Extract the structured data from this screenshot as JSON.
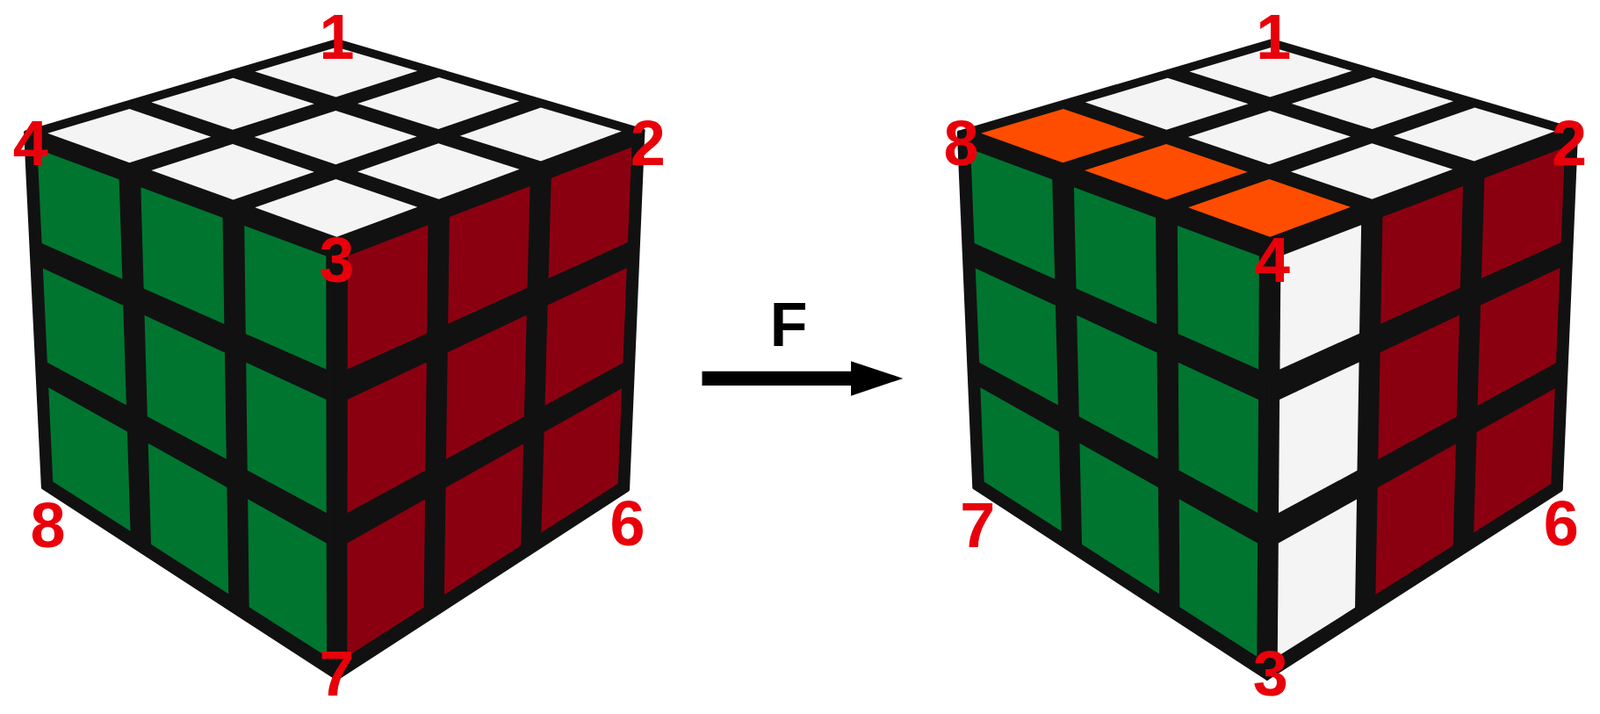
{
  "diagram": {
    "labels": [
      "1",
      "4",
      "2",
      "3",
      "8",
      "6",
      "7",
      "F",
      "1",
      "8",
      "2",
      "4",
      "7",
      "6",
      "3"
    ]
  }
}
